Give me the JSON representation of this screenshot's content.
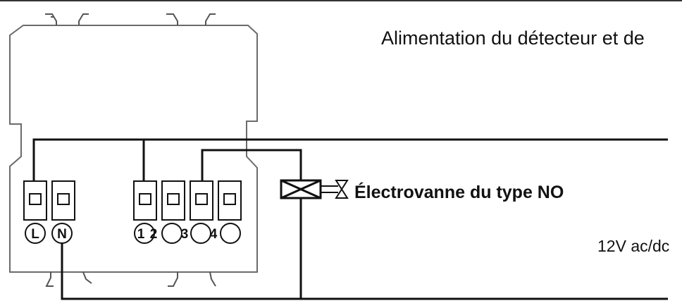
{
  "diagram": {
    "title_text": "Alimentation du détecteur et de",
    "valve_label": "Électrovanne du type NO",
    "voltage_label": "12V ac/dc",
    "terminals": [
      {
        "id": "L",
        "label": "L"
      },
      {
        "id": "N",
        "label": "N"
      },
      {
        "id": "t1",
        "label": "1"
      },
      {
        "id": "t2",
        "label": "2"
      },
      {
        "id": "t3",
        "label": "3"
      },
      {
        "id": "t4",
        "label": "4"
      }
    ],
    "colors": {
      "line": "#111111",
      "device_outline": "#6b6b6b",
      "background": "#ffffff"
    }
  }
}
